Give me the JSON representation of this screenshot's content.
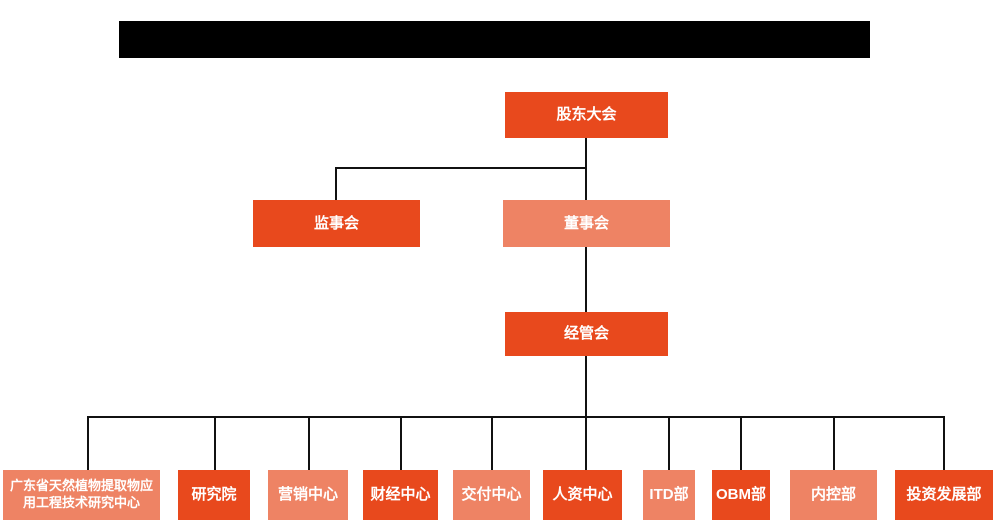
{
  "page": {
    "background_color": "#ffffff",
    "redaction_bar_color": "#000000"
  },
  "colors": {
    "primary_box": "#E8491D",
    "secondary_box": "#EE8364",
    "connector_line": "#111111",
    "box_text": "#ffffff"
  },
  "org": {
    "type": "org-chart",
    "level1": {
      "label": "股东大会",
      "variant": "primary"
    },
    "level2": {
      "supervisory": {
        "label": "监事会",
        "variant": "primary"
      },
      "board": {
        "label": "董事会",
        "variant": "secondary"
      }
    },
    "level3": {
      "label": "经管会",
      "variant": "primary"
    },
    "departments": [
      {
        "label": "广东省天然植物提取物应用工程技术研究中心",
        "variant": "secondary"
      },
      {
        "label": "研究院",
        "variant": "primary"
      },
      {
        "label": "营销中心",
        "variant": "secondary"
      },
      {
        "label": "财经中心",
        "variant": "primary"
      },
      {
        "label": "交付中心",
        "variant": "secondary"
      },
      {
        "label": "人资中心",
        "variant": "primary"
      },
      {
        "label": "ITD部",
        "variant": "secondary"
      },
      {
        "label": "OBM部",
        "variant": "primary"
      },
      {
        "label": "内控部",
        "variant": "secondary"
      },
      {
        "label": "投资发展部",
        "variant": "primary"
      }
    ]
  }
}
